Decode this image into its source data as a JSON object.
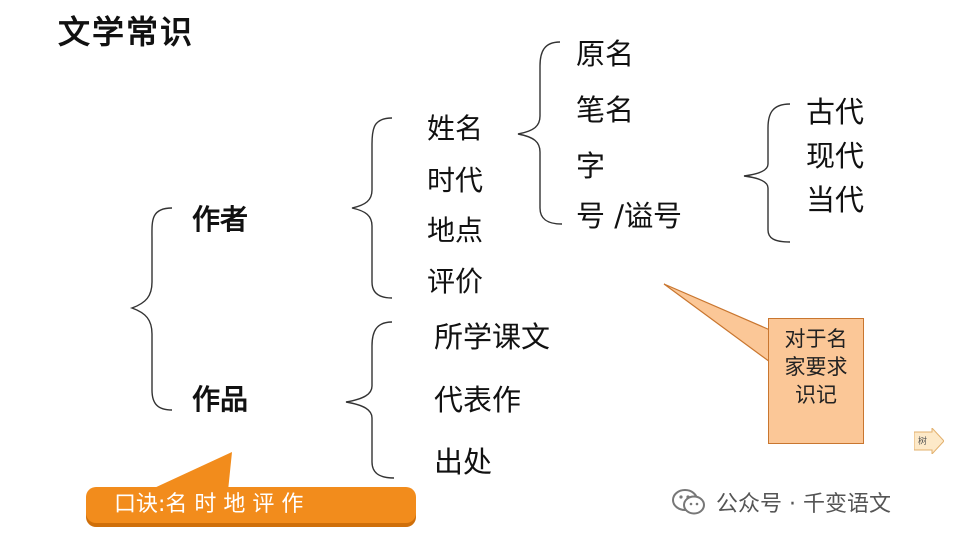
{
  "title": "文学常识",
  "root": {
    "author": "作者",
    "works": "作品"
  },
  "author_items": [
    "姓名",
    "时代",
    "地点",
    "评价"
  ],
  "name_items": [
    "原名",
    "笔名",
    "字",
    "号 /谥号"
  ],
  "era_items": [
    "古代",
    "现代",
    "当代"
  ],
  "works_items": [
    "所学课文",
    "代表作",
    "出处"
  ],
  "callout": [
    "对于名",
    "家要求",
    "识记"
  ],
  "mnemonic": "口诀:名 时 地 评 作",
  "mini_label": "树",
  "watermark": "公众号 · 千变语文",
  "colors": {
    "callout_fill": "#fbc797",
    "badge_fill": "#f28c1c"
  }
}
